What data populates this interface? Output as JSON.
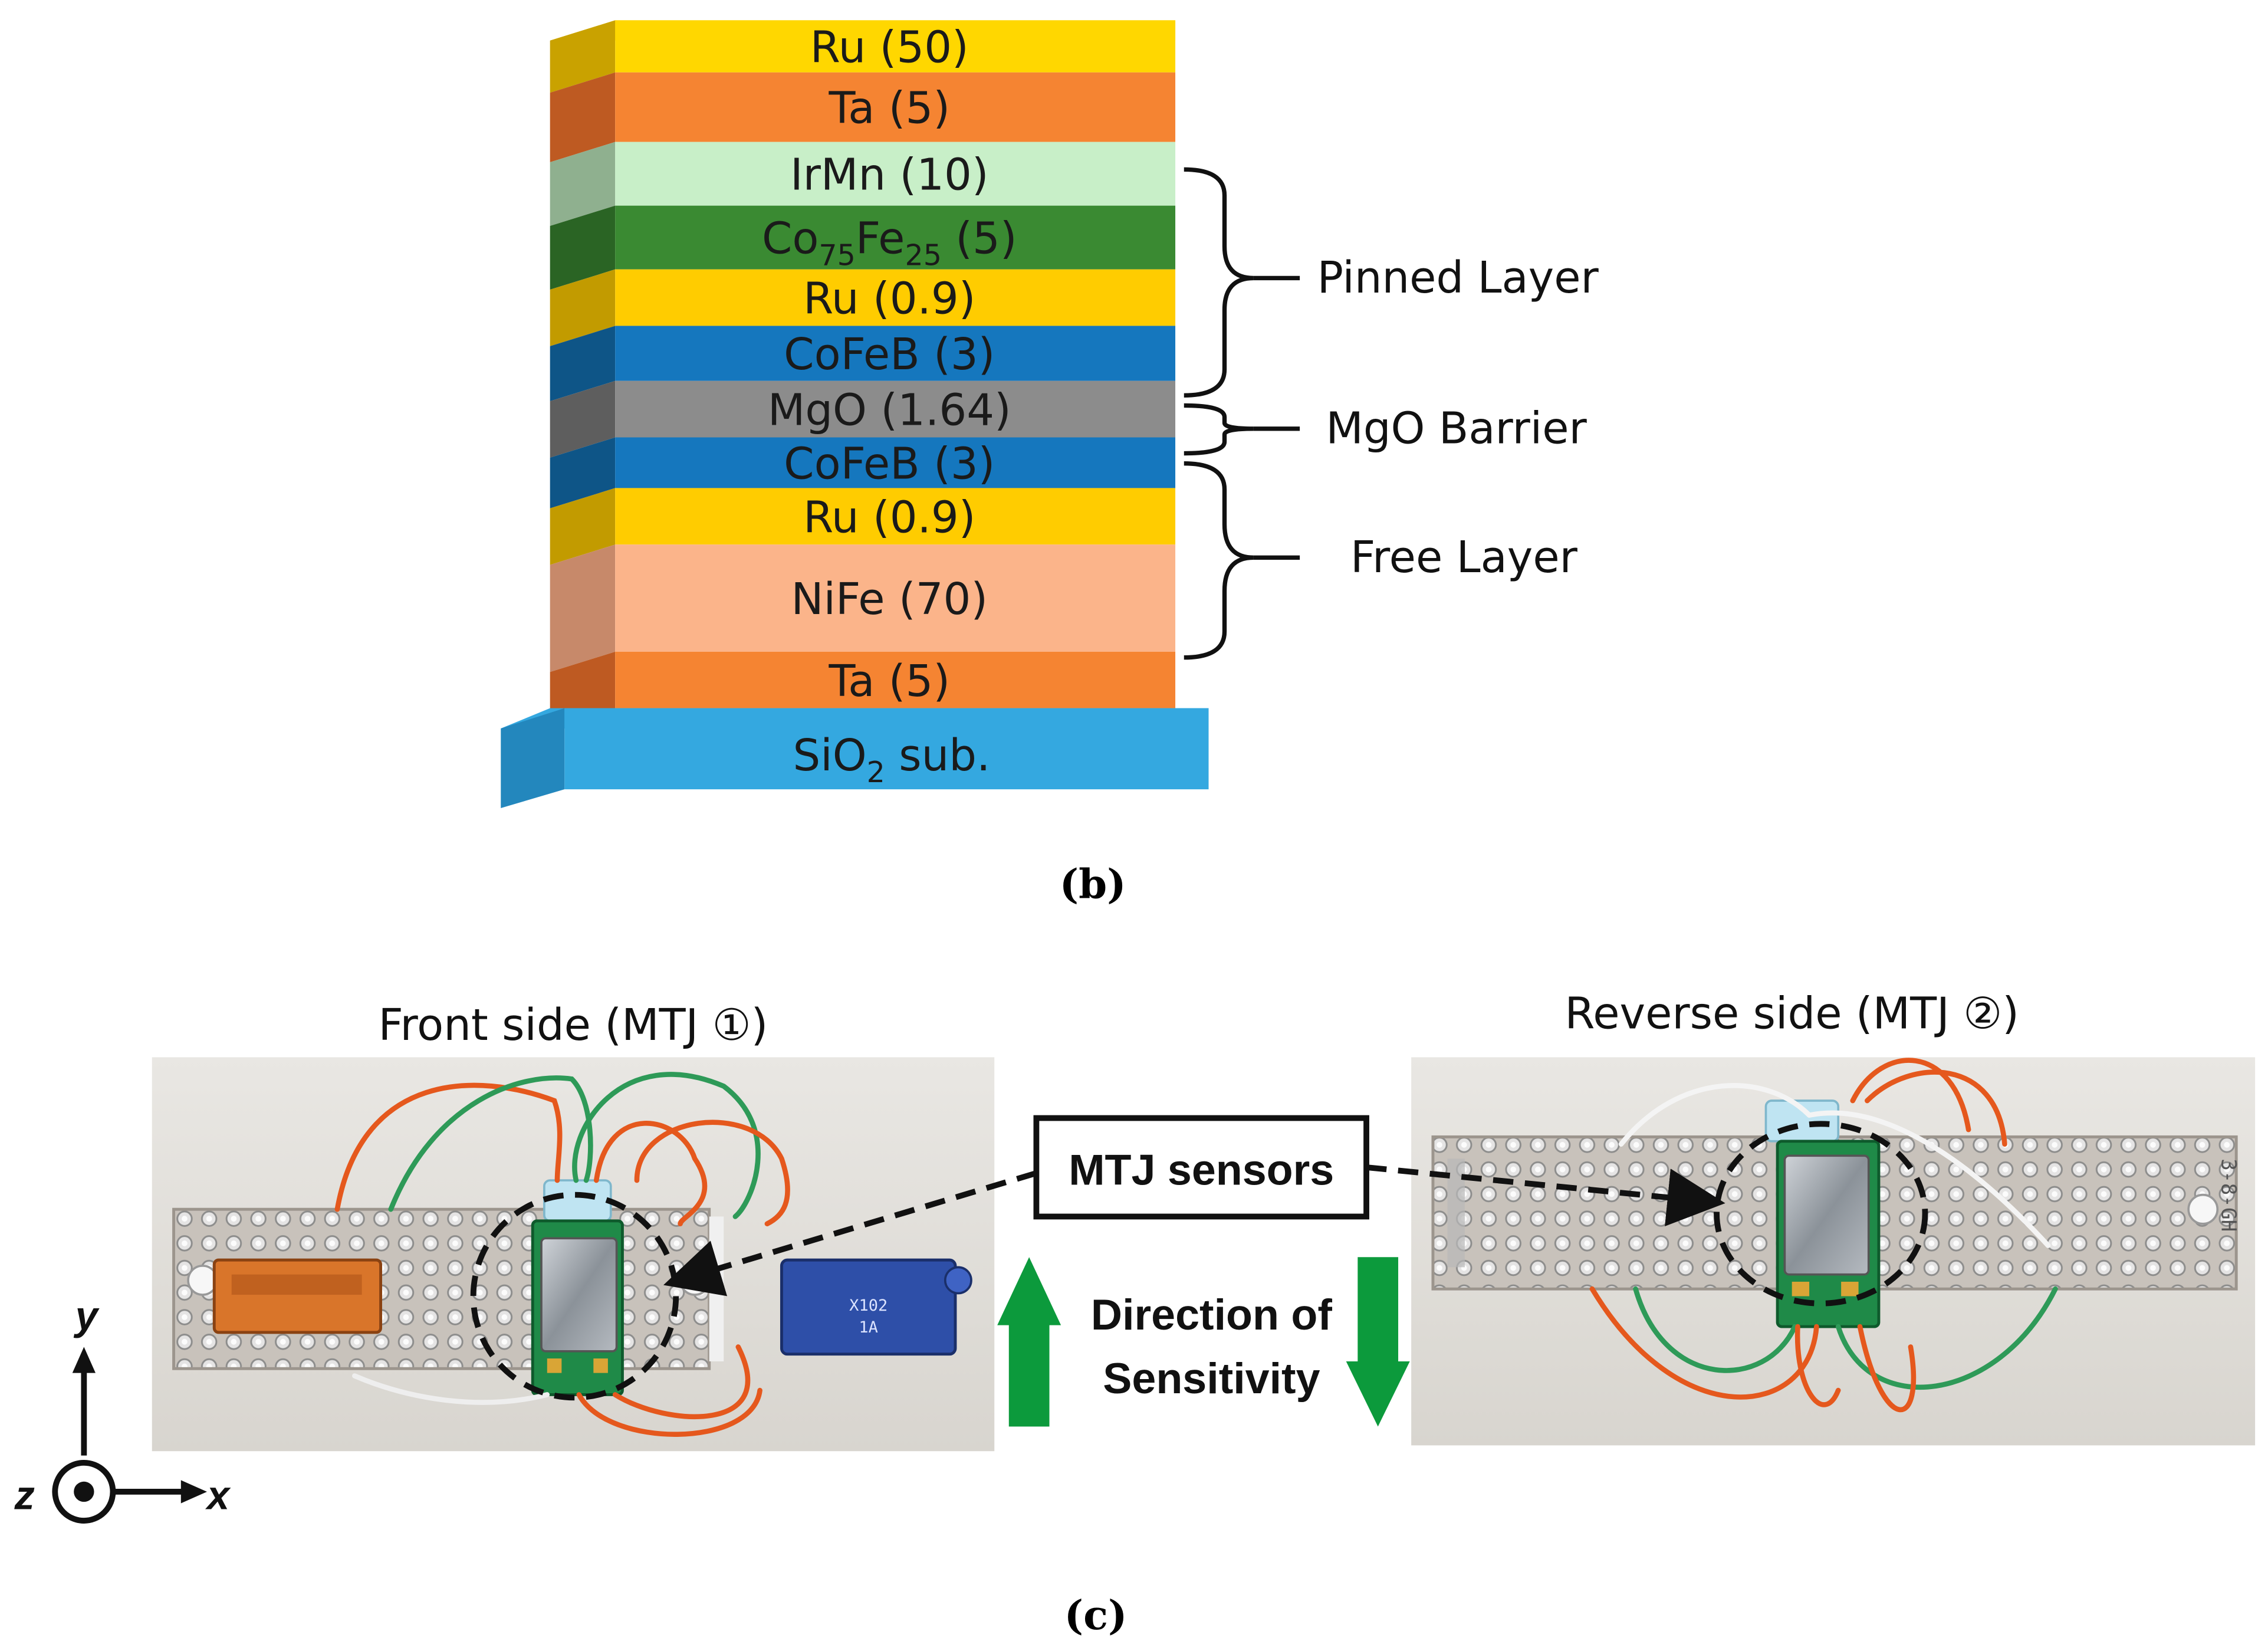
{
  "stack": {
    "layers": [
      {
        "label": "Ru (50)",
        "color": "#FFD700",
        "side": "#C9A200"
      },
      {
        "label": "Ta (5)",
        "color": "#F58432",
        "side": "#BE5A22"
      },
      {
        "label": "IrMn (10)",
        "color": "#C8EFC8",
        "side": "#8FB08F"
      },
      {
        "pre": "Co",
        "s1": "75",
        "mid": "Fe",
        "s2": "25",
        "post": " (5)",
        "color": "#3A8A32",
        "side": "#2A6424"
      },
      {
        "label": "Ru (0.9)",
        "color": "#FFCC00",
        "side": "#C29B00"
      },
      {
        "label": "CoFeB (3)",
        "color": "#1577BE",
        "side": "#0E5587"
      },
      {
        "label": "MgO (1.64)",
        "color": "#8C8C8C",
        "side": "#5E5E5E"
      },
      {
        "label": "CoFeB (3)",
        "color": "#1577BE",
        "side": "#0E5587"
      },
      {
        "label": "Ru (0.9)",
        "color": "#FFCC00",
        "side": "#C29B00"
      },
      {
        "label": "NiFe (70)",
        "color": "#FBB48A",
        "side": "#C7896A"
      },
      {
        "label": "Ta (5)",
        "color": "#F58432",
        "side": "#BE5A22"
      }
    ],
    "substrate": {
      "pre": "SiO",
      "s1": "2",
      "post": " sub.",
      "color": "#34A8E0",
      "side": "#2387BD"
    }
  },
  "groups": {
    "pinned": "Pinned Layer",
    "barrier": "MgO Barrier",
    "free": "Free Layer"
  },
  "panels": {
    "b": "(b)",
    "c": "(c)"
  },
  "photos": {
    "front_title": "Front side (MTJ ①)",
    "reverse_title": "Reverse side (MTJ ②)",
    "sensors_label": "MTJ sensors",
    "direction_line1": "Direction of",
    "direction_line2": "Sensitivity",
    "arrow_color": "#0C9A3C",
    "chip_text": "X102\n1A",
    "board_text": "3-8-GH"
  },
  "axes": {
    "y": "y",
    "x": "x",
    "z": "z"
  }
}
